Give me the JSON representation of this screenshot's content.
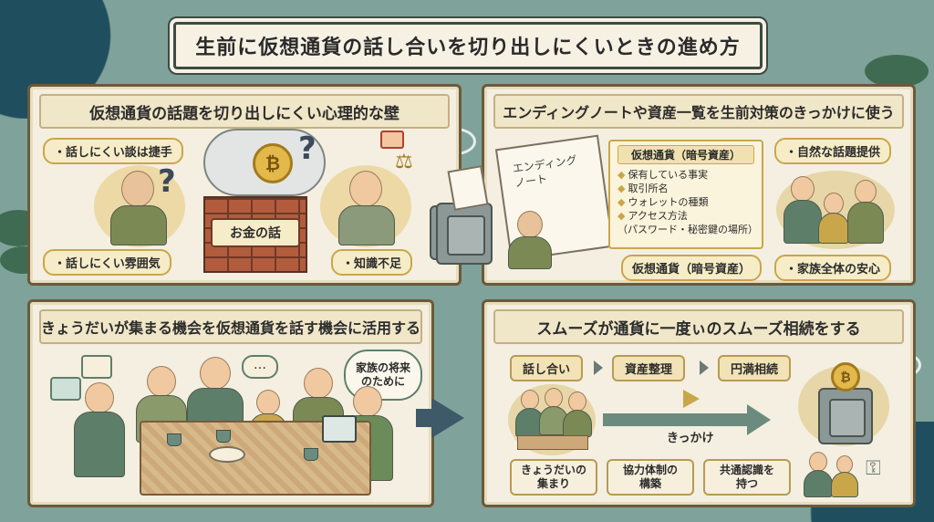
{
  "title": "生前に仮想通貨の話し合いを切り出しにくいときの進め方",
  "panel1": {
    "heading": "仮想通貨の話題を切り出しにくい心理的な壁",
    "tags": [
      "・話しにくい談は捷手",
      "・話しにくい雰囲気",
      "・知識不足"
    ],
    "wall_label": "お金の話",
    "coin_symbol": "₿"
  },
  "panel2": {
    "heading": "エンディングノートや資産一覧を生前対策のきっかけに使う",
    "notebook_title": "エンディング\nノート",
    "list_header": "仮想通貨（暗号資産）",
    "list_items": [
      "保有している事実",
      "取引所名",
      "ウォレットの種類",
      "アクセス方法",
      "（パスワード・秘密鍵の場所）"
    ],
    "tags": [
      "・自然な話題提供",
      "仮想通貨（暗号資産）",
      "・家族全体の安心"
    ]
  },
  "panel3": {
    "heading": "きょうだいが集まる機会を仮想通貨を話す機会に活用する",
    "speech_bubble": "家族の将来\nのために"
  },
  "panel4": {
    "heading": "スムーズが通貨に一度ぃのスムーズ相続をする",
    "steps": [
      "話し合い",
      "資産整理",
      "円満相続"
    ],
    "arrow_label": "きっかけ",
    "boxes": [
      "きょうだいの\n集まり",
      "協力体制の\n構築",
      "共通認識を\n持つ"
    ],
    "coin_symbol": "₿"
  },
  "colors": {
    "background": "#7fa39a",
    "panel": "#f4efe0",
    "gold": "#c9a64a",
    "navy": "#1f4e5f"
  }
}
